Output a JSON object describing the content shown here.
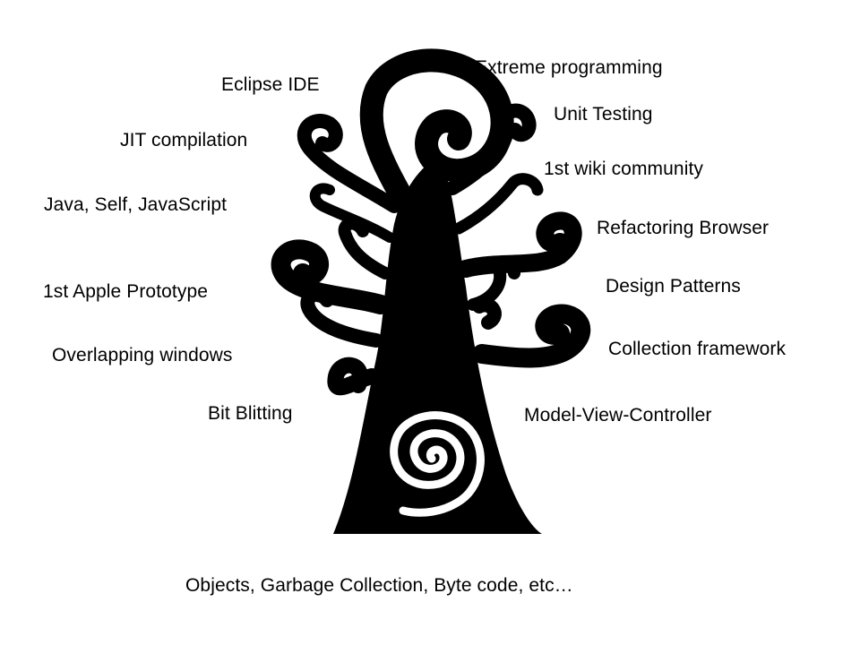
{
  "colors": {
    "ink": "#000000",
    "background": "#ffffff"
  },
  "icon": "swirl-tree-icon",
  "labels": {
    "left": [
      "Eclipse IDE",
      "JIT compilation",
      "Java, Self, JavaScript",
      "1st Apple Prototype",
      "Overlapping windows",
      "Bit Blitting"
    ],
    "right": [
      "Extreme programming",
      "Unit Testing",
      "1st wiki community",
      "Refactoring Browser",
      "Design Patterns",
      "Collection framework",
      "Model-View-Controller"
    ],
    "base": "Objects, Garbage Collection, Byte code, etc…"
  }
}
